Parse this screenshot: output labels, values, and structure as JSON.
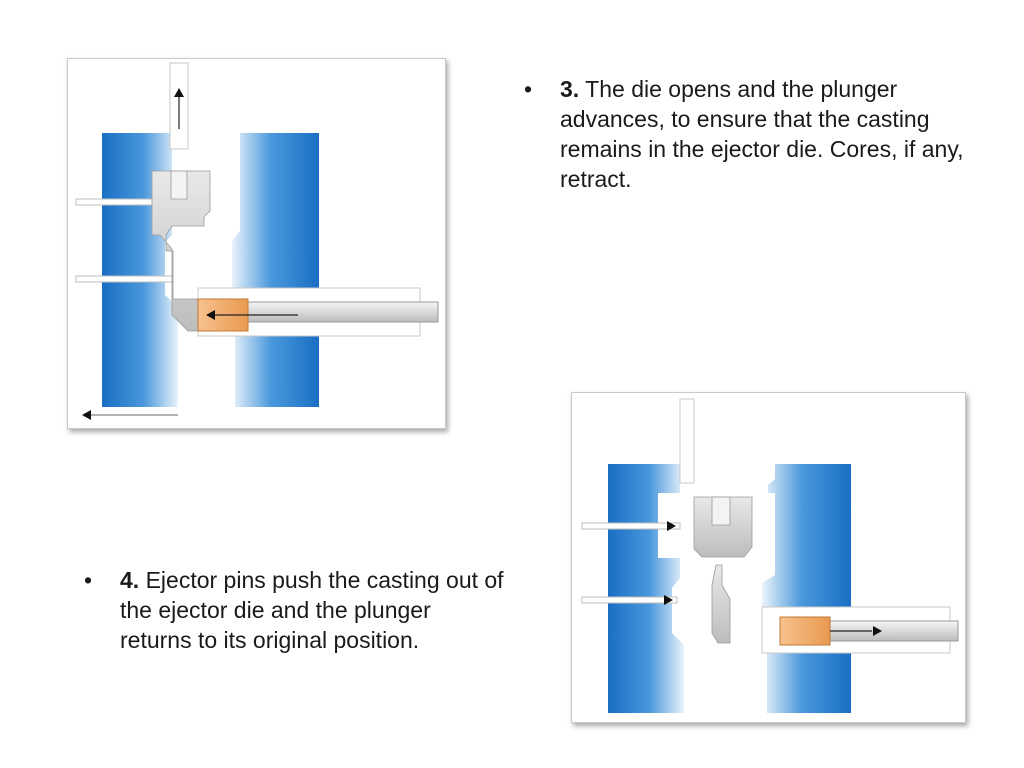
{
  "steps": [
    {
      "number": "3.",
      "text": "The die opens and the plunger advances, to ensure that the casting remains in the ejector die. Cores, if any, retract."
    },
    {
      "number": "4.",
      "text": "Ejector pins push the casting out of the ejector die and the plunger returns to its original position."
    }
  ],
  "bullet_symbol": "•",
  "colors": {
    "die_blue": "#1e73c8",
    "die_light": "#eaf3fb",
    "casting_gray": "#cfcfcf",
    "plunger_tip": "#f0a860",
    "frame_border": "#c9c9c9"
  }
}
